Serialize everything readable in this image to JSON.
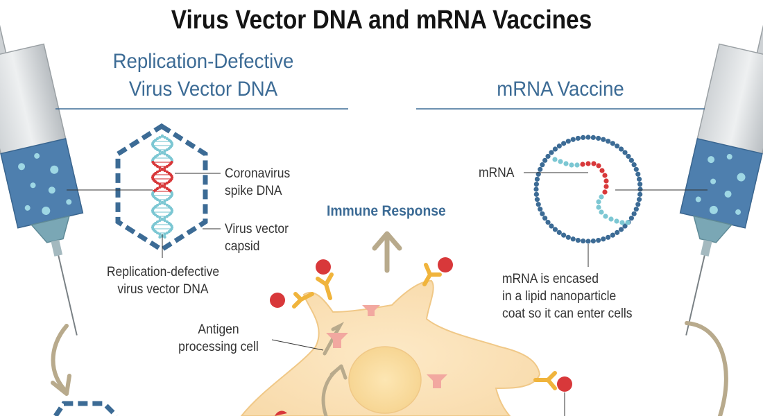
{
  "title": "Virus Vector DNA and mRNA Vaccines",
  "left_panel": {
    "heading_line1": "Replication-Defective",
    "heading_line2": "Virus Vector DNA",
    "label_spike_line1": "Coronavirus",
    "label_spike_line2": "spike DNA",
    "label_capsid_line1": "Virus vector",
    "label_capsid_line2": "capsid",
    "label_vector_line1": "Replication-defective",
    "label_vector_line2": "virus vector DNA"
  },
  "right_panel": {
    "heading": "mRNA Vaccine",
    "label_mrna": "mRNA",
    "label_coat_line1": "mRNA is encased",
    "label_coat_line2": "in a lipid nanoparticle",
    "label_coat_line3": "coat so it can enter cells"
  },
  "center": {
    "immune_response": "Immune Response",
    "label_cell_line1": "Antigen",
    "label_cell_line2": "processing cell"
  },
  "colors": {
    "heading_blue": "#3c6b95",
    "dna_red": "#d8383a",
    "dna_cyan": "#7cc7d3",
    "capsid_blue": "#3c6b95",
    "cell_fill": "#fbe5bd",
    "antibody_orange": "#f0b43c",
    "arrow_tan": "#b8aa8c"
  }
}
